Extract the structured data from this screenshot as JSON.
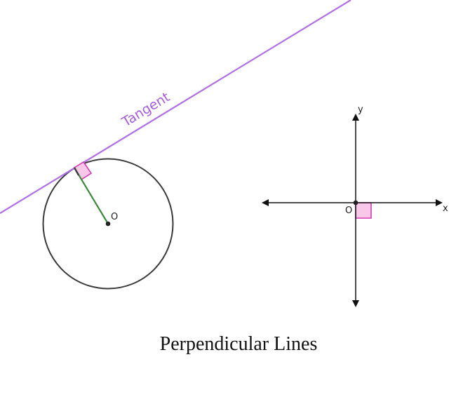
{
  "tangent_diagram": {
    "tangent_label": "Tangent",
    "center_label": "O"
  },
  "axes_diagram": {
    "x_label": "x",
    "y_label": "y",
    "origin_label": "O"
  },
  "caption": "Perpendicular Lines",
  "colors": {
    "tangent_line": "#b070e8",
    "radius": "#3a8a3a",
    "right_angle_fill": "#f8c8e8",
    "right_angle_stroke": "#d63ab4",
    "circle": "#3a3a3a",
    "axes": "#111111"
  }
}
